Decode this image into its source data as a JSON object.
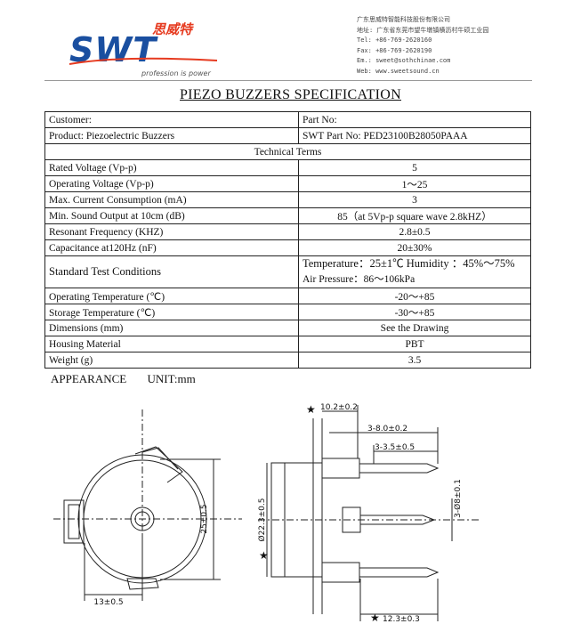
{
  "header": {
    "logo_cn": "思威特",
    "logo_en": "SWT",
    "logo_tagline": "profession is power",
    "contact_lines": [
      "广东思威特智能科技股份有限公司",
      "地址: 广东省东莞市望牛墩镇横沥村牛硕工业园",
      "Tel: +86-769-2620160",
      "Fax: +86-769-2620190",
      "Em.: sweet@sothchinae.com",
      "Web: www.sweetsound.cn"
    ]
  },
  "title": "PIEZO BUZZERS SPECIFICATION",
  "table": {
    "customer_label": "Customer:",
    "part_no_label": "Part No:",
    "product_label": "Product: Piezoelectric Buzzers",
    "swt_part_label": "SWT Part No: PED23100B28050PAAA",
    "section_header": "Technical Terms",
    "rows": [
      {
        "name": "Rated Voltage (Vp-p)",
        "value": "5"
      },
      {
        "name": "Operating Voltage (Vp-p)",
        "value": "1～25"
      },
      {
        "name": "Max. Current Consumption (mA)",
        "value": "3"
      },
      {
        "name": "Min. Sound Output at 10cm (dB)",
        "value": "85（at 5Vp-p square wave 2.8kHZ）"
      },
      {
        "name": "Resonant Frequency (KHZ)",
        "value": "2.8±0.5"
      },
      {
        "name": "Capacitance at120Hz (nF)",
        "value": "20±30%"
      }
    ],
    "standard_test": {
      "name": "Standard Test Conditions",
      "line1": "Temperature：25±1℃  Humidity ：45%～75%",
      "line2": "Air Pressure：86～106kPa"
    },
    "rows2": [
      {
        "name": "Operating Temperature (℃)",
        "value": "-20～+85"
      },
      {
        "name": "Storage Temperature (℃)",
        "value": "-30～+85"
      },
      {
        "name": "Dimensions (mm)",
        "value": "See the Drawing"
      },
      {
        "name": "Housing Material",
        "value": "PBT"
      },
      {
        "name": "Weight (g)",
        "value": "3.5"
      }
    ]
  },
  "appearance": {
    "label": "APPEARANCE",
    "unit": "UNIT:mm"
  },
  "drawing": {
    "dim_diameter_height": "25±0.5",
    "dim_bottom_width": "13±0.5",
    "dim_top": "10.2±0.2",
    "dim_pin_len": "3-8.0±0.2",
    "dim_pin_tip": "3-3.5±0.5",
    "dim_pin_dia": "3-Ø8±0.1",
    "dim_body_dia": "Ø22.3±0.5",
    "dim_body_height": "12.3±0.3"
  }
}
